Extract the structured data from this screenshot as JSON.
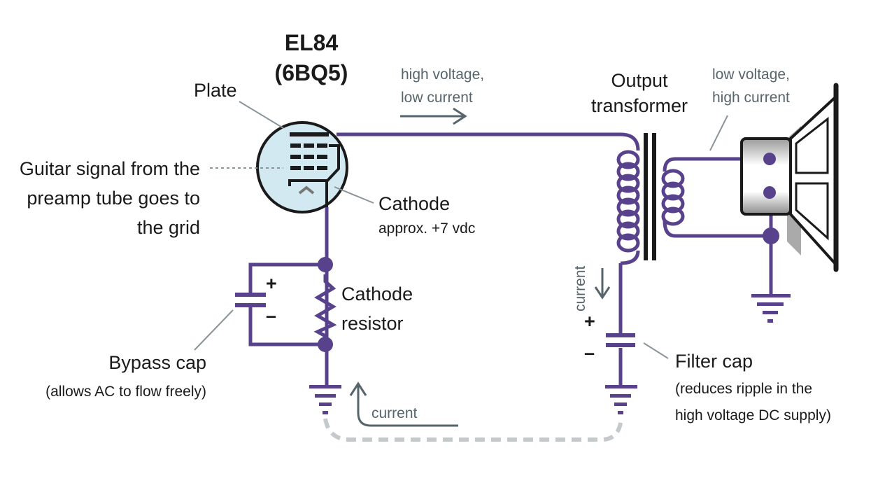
{
  "title": {
    "line1": "EL84",
    "line2": "(6BQ5)"
  },
  "labels": {
    "plate": "Plate",
    "grid_signal": [
      "Guitar signal from the",
      "preamp tube goes to",
      "the grid"
    ],
    "cathode": "Cathode",
    "cathode_voltage": "approx. +7 vdc",
    "cathode_resistor": [
      "Cathode",
      "resistor"
    ],
    "bypass_cap": "Bypass cap",
    "bypass_cap_note": "(allows AC to flow freely)",
    "output_transformer": [
      "Output",
      "transformer"
    ],
    "filter_cap": "Filter cap",
    "filter_cap_note": [
      "(reduces ripple in the",
      "high voltage DC supply)"
    ],
    "plate_current": [
      "high voltage,",
      "low current"
    ],
    "speaker_current": [
      "low voltage,",
      "high current"
    ],
    "return_current": "current",
    "filter_current": "current",
    "plus": "+",
    "minus": "–"
  },
  "colors": {
    "wire": "#58428c",
    "tube_fill": "#d3e9f2",
    "pointer": "#8a9499",
    "arrow": "#56646b",
    "return_path": "#c4c9cb"
  }
}
